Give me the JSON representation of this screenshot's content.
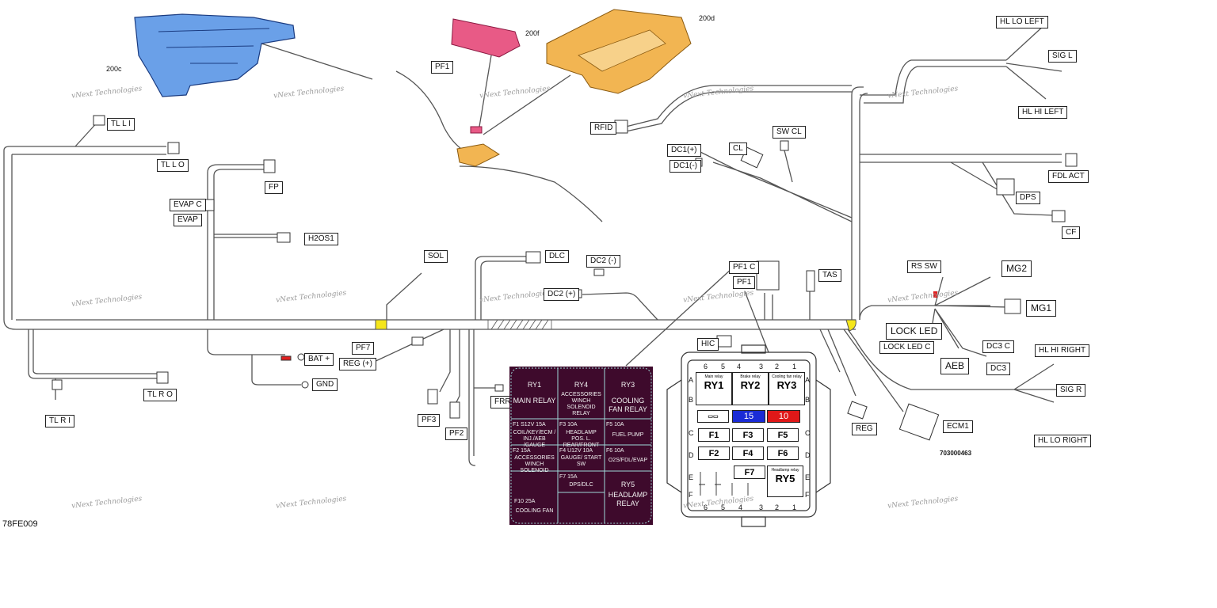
{
  "diagram_id": "78FE009",
  "part_number": "703000463",
  "watermark": "vNext Technologies",
  "parts": {
    "p200c": "200c",
    "p200d": "200d",
    "p200f": "200f"
  },
  "connectors": {
    "tl_l_i": "TL L I",
    "tl_l_o": "TL L O",
    "fp": "FP",
    "evap_c": "EVAP C",
    "evap": "EVAP",
    "h2os1": "H2OS1",
    "bat_plus": "BAT +",
    "gnd": "GND",
    "tl_r_o": "TL R O",
    "tl_r_i": "TL R I",
    "pf7": "PF7",
    "reg_plus": "REG (+)",
    "pf3": "PF3",
    "pf2": "PF2",
    "frr": "FRR",
    "sol": "SOL",
    "dlc": "DLC",
    "dc2_minus": "DC2 (-)",
    "dc2_plus": "DC2 (+)",
    "pf1_top": "PF1",
    "rfid": "RFID",
    "dc1_plus": "DC1(+)",
    "dc1_minus": "DC1(-)",
    "cl": "CL",
    "sw_cl": "SW CL",
    "pf1_c": "PF1 C",
    "pf1": "PF1",
    "tas": "TAS",
    "hic": "HIC",
    "hl_lo_left": "HL LO LEFT",
    "sig_l": "SIG L",
    "hl_hi_left": "HL HI LEFT",
    "fdl_act": "FDL ACT",
    "dps": "DPS",
    "cf": "CF",
    "rs_sw": "RS SW",
    "mg2": "MG2",
    "mg1": "MG1",
    "lock_led": "LOCK LED",
    "lock_led_c": "LOCK LED C",
    "aeb": "AEB",
    "dc3_c": "DC3 C",
    "dc3": "DC3",
    "hl_hi_right": "HL HI RIGHT",
    "sig_r": "SIG R",
    "hl_lo_right": "HL LO RIGHT",
    "reg": "REG",
    "ecm1": "ECM1"
  },
  "fuse_legend": {
    "ry1_name": "RY1",
    "ry1_desc": "MAIN RELAY",
    "ry4_name": "RY4",
    "ry4_desc": "ACCESSORIES WINCH SOLENOID RELAY",
    "ry3_name": "RY3",
    "ry3_desc": "COOLING FAN RELAY",
    "f1_head": "F1    S12V     15A",
    "f1_desc": "COIL/KEY/ECM / INJ./AEB /GAUGE",
    "f3_head": "F3                10A",
    "f3_desc": "HEADLAMP POS. L. REAR/FRONT",
    "f5_head": "F5                10A",
    "f5_desc": "FUEL PUMP",
    "f2_head": "F2                15A",
    "f2_desc": "ACCESSORIES WINCH SOLENOID",
    "f4_head": "F4    U12V    10A",
    "f4_desc": "GAUGE/ START SW",
    "f6_head": "F6                10A",
    "f6_desc": "O2S/FDL/EVAP",
    "f7_head": "F7               15A",
    "f7_desc": "DPS/DLC",
    "ry5_name": "RY5",
    "ry5_desc": "HEADLAMP RELAY",
    "f10_head": "F10            25A",
    "f10_desc": "COOLING FAN"
  },
  "fuse_box": {
    "ry1": "RY1",
    "ry1_sub": "Main relay",
    "ry2": "RY2",
    "ry2_sub": "Brake relay",
    "ry3": "RY3",
    "ry3_sub": "Cooling fan relay",
    "ry5": "RY5",
    "ry5_sub": "Headlamp relay",
    "fuse_15": "15",
    "fuse_10": "10",
    "f1": "F1",
    "f2": "F2",
    "f3": "F3",
    "f4": "F4",
    "f5": "F5",
    "f6": "F6",
    "f7": "F7",
    "col_top": [
      "6",
      "5",
      "4",
      "3",
      "2",
      "1"
    ],
    "col_bottom": [
      "6",
      "5",
      "4",
      "3",
      "2",
      "1"
    ],
    "rows": [
      "A",
      "B",
      "C",
      "D",
      "E",
      "F"
    ]
  },
  "colors": {
    "legend_bg": "#3e0a2c",
    "fuse_15": "#1a2bd6",
    "fuse_10": "#e01818",
    "bracket": "#6aa0e8",
    "cover": "#e85a86",
    "tray": "#f2b552",
    "marker": "#f5e61a"
  }
}
